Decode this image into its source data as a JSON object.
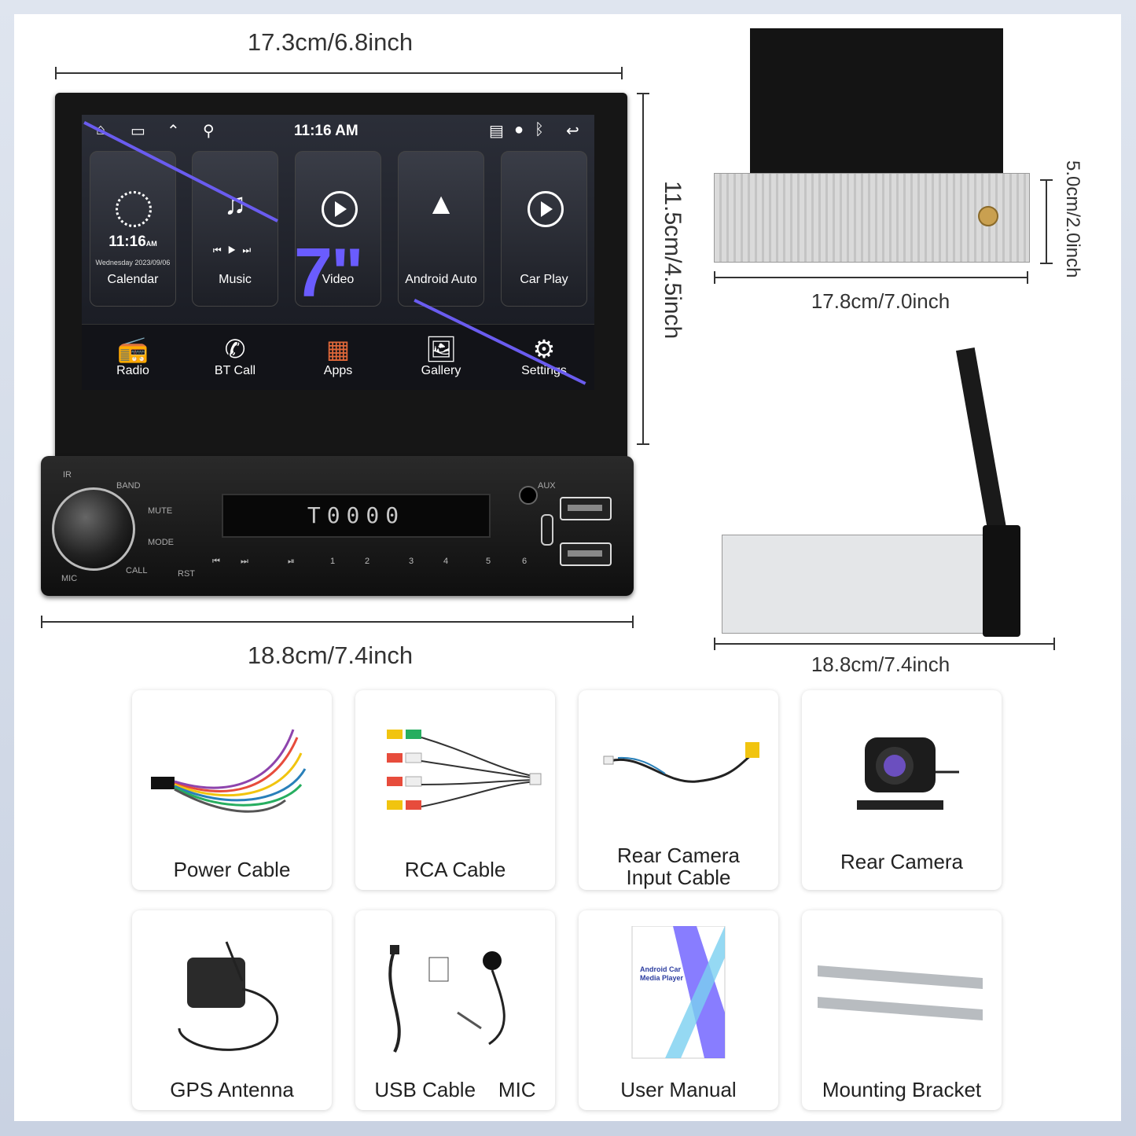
{
  "dimensions": {
    "top_width": "17.3cm/6.8inch",
    "screen_height": "11.5cm/4.5inch",
    "bottom_width": "18.8cm/7.4inch",
    "top_view_width": "17.8cm/7.0inch",
    "top_view_height": "5.0cm/2.0inch",
    "side_view_width": "18.8cm/7.4inch"
  },
  "screen": {
    "time": "11:16 AM",
    "size_label": "7\"",
    "tiles": [
      {
        "label": "Calendar",
        "time": "11:16",
        "ampm": "AM",
        "date": "Wednesday 2023/09/06"
      },
      {
        "label": "Music"
      },
      {
        "label": "Video"
      },
      {
        "label": "Android Auto"
      },
      {
        "label": "Car Play"
      }
    ],
    "dock": [
      "Radio",
      "BT Call",
      "Apps",
      "Gallery",
      "Settings"
    ]
  },
  "faceplate": {
    "display": "T0000",
    "buttons": [
      "BAND",
      "MUTE",
      "MODE",
      "CALL",
      "IR",
      "MIC",
      "RST",
      "AUX"
    ],
    "presets": [
      "1",
      "2",
      "3",
      "4",
      "5",
      "6"
    ]
  },
  "accessories": [
    {
      "label": "Power Cable"
    },
    {
      "label": "RCA Cable"
    },
    {
      "label": "Rear Camera Input Cable"
    },
    {
      "label": "Rear Camera"
    },
    {
      "label": "GPS Antenna"
    },
    {
      "label": "USB Cable    MIC"
    },
    {
      "label": "User Manual",
      "manual_title": "Android Car Media Player"
    },
    {
      "label": "Mounting Bracket"
    }
  ],
  "colors": {
    "accent": "#6a5cff",
    "apps_icon": "#e0683a"
  }
}
